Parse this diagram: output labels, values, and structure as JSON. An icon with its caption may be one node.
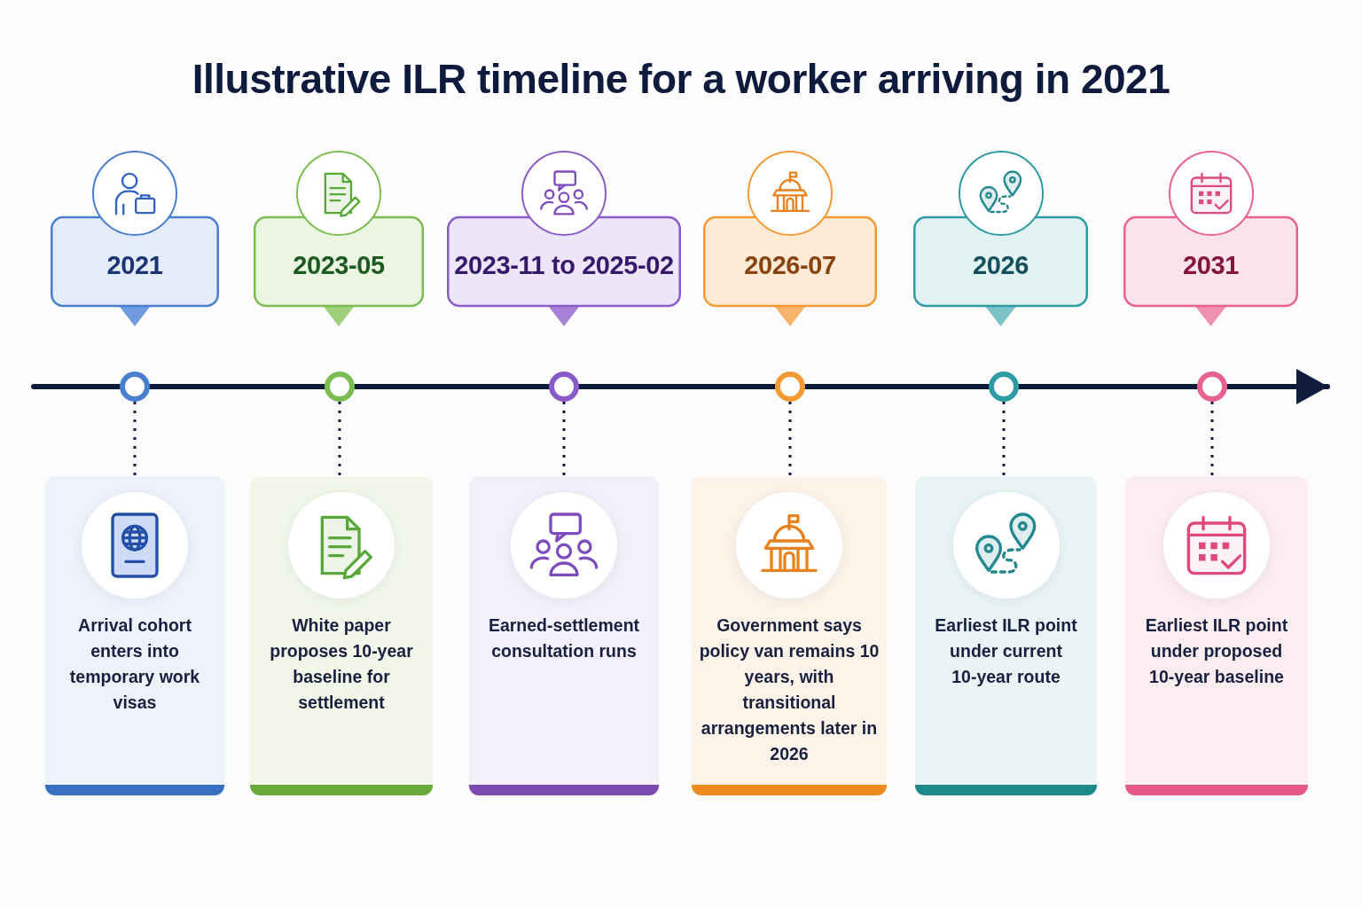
{
  "diagram": {
    "title": "Illustrative ILR timeline for a worker arriving in 2021",
    "nodes": [
      {
        "text": [
          "2021"
        ]
      },
      {
        "text": [
          "2023-05"
        ]
      },
      {
        "text": [
          "2023-11 to 2025-02"
        ]
      },
      {
        "text": [
          "2026-07"
        ]
      },
      {
        "text": [
          "2026"
        ]
      },
      {
        "text": [
          "2031"
        ]
      },
      {
        "text": [],
        "shape": "circle"
      },
      {
        "text": [],
        "shape": "circle"
      },
      {
        "text": [],
        "shape": "circle"
      },
      {
        "text": [],
        "shape": "circle"
      },
      {
        "text": [],
        "shape": "circle"
      },
      {
        "text": [],
        "shape": "circle"
      },
      {
        "text": [
          "Arrival cohort enters into temporary work visas"
        ]
      },
      {
        "text": [
          "White paper proposes 10-year baseline for settlement"
        ]
      },
      {
        "text": [
          "Earned-settlement consultation runs"
        ]
      },
      {
        "text": [
          "Government says policy van remains 10 years, with transitional arrangements later in 2026"
        ]
      },
      {
        "text": [
          "Earliest ILR point under current 10-year route"
        ]
      },
      {
        "text": [
          "Earliest ILR point under proposed 10-year baseline"
        ]
      }
    ],
    "edges": [
      {
        "from": null,
        "to": 6,
        "arrow": "none"
      },
      {
        "from": 6,
        "to": 7,
        "arrow": "none"
      },
      {
        "from": 7,
        "to": 8,
        "arrow": "none"
      },
      {
        "from": 8,
        "to": 9,
        "arrow": "none"
      },
      {
        "from": 9,
        "to": 10,
        "arrow": "none"
      },
      {
        "from": 10,
        "to": 11,
        "arrow": "none"
      },
      {
        "from": 11,
        "to": null,
        "arrow": "to"
      },
      {
        "from": 6,
        "to": 12,
        "arrow": "none",
        "style": "dashed"
      },
      {
        "from": 7,
        "to": 13,
        "arrow": "none",
        "style": "dashed"
      },
      {
        "from": 8,
        "to": 14,
        "arrow": "none",
        "style": "dashed"
      },
      {
        "from": 9,
        "to": 15,
        "arrow": "none",
        "style": "dashed"
      },
      {
        "from": 10,
        "to": 16,
        "arrow": "none",
        "style": "dashed"
      },
      {
        "from": 11,
        "to": 17,
        "arrow": "none",
        "style": "dashed"
      }
    ]
  }
}
